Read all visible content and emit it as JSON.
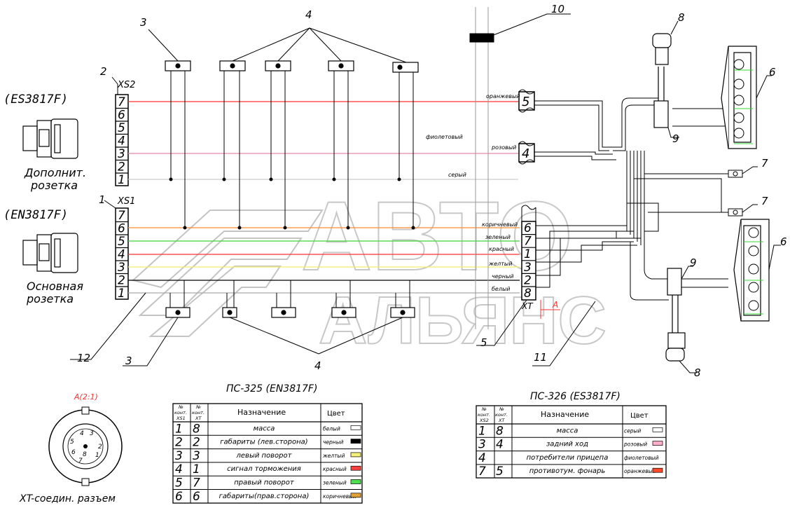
{
  "callouts": {
    "c1": "1",
    "c2": "2",
    "c3a": "3",
    "c3b": "3",
    "c4a": "4",
    "c4b": "4",
    "c5": "5",
    "c6a": "6",
    "c6b": "6",
    "c7a": "7",
    "c7b": "7",
    "c8a": "8",
    "c8b": "8",
    "c9a": "9",
    "c9b": "9",
    "c10": "10",
    "c11": "11",
    "c12": "12"
  },
  "connectors": {
    "xs2_label": "XS2",
    "xs1_label": "XS1",
    "xt_label": "XT",
    "xs2_code": "(ES3817F)",
    "xs1_code": "(EN3817F)",
    "xs2_name_1": "Дополнит.",
    "xs2_name_2": "розетка",
    "xs1_name_1": "Основная",
    "xs1_name_2": "розетка",
    "xs2_pins": [
      "7",
      "6",
      "5",
      "4",
      "3",
      "2",
      "1"
    ],
    "xs1_pins": [
      "7",
      "6",
      "5",
      "4",
      "3",
      "2",
      "1"
    ],
    "xt_upper_pins": [
      "5",
      "4"
    ],
    "xt_lower_pins": [
      "6",
      "7",
      "1",
      "3",
      "2",
      "8"
    ],
    "view_a": "A",
    "view_a_scale": "A(2:1)",
    "socket_caption": "XT-соедин. разъем"
  },
  "wire_labels": {
    "oranzh": "оранжевый",
    "fiolet": "фиолетовый",
    "rozov": "розовый",
    "seryi": "серый",
    "korich": "коричневый",
    "zelen": "зеленый",
    "krasn": "красный",
    "zhelt": "желтый",
    "chern": "черный",
    "bel": "белый"
  },
  "watermark": {
    "line1": "АВТО",
    "line2": "АЛЬЯНС"
  },
  "table_ps325": {
    "title": "ПС-325 (EN3817F)",
    "h1a": "№",
    "h1b": "конт.",
    "h1c": "XS1",
    "h2a": "№",
    "h2b": "конт.",
    "h2c": "XT",
    "h3": "Назначение",
    "h4": "Цвет",
    "rows": [
      {
        "a": "1",
        "b": "8",
        "name": "масса",
        "color": "белый",
        "swatch": "#ffffff"
      },
      {
        "a": "2",
        "b": "2",
        "name": "габариты (лев.сторона)",
        "color": "черный",
        "swatch": "#000000"
      },
      {
        "a": "3",
        "b": "3",
        "name": "левый поворот",
        "color": "желтый",
        "swatch": "#f6f07a"
      },
      {
        "a": "4",
        "b": "1",
        "name": "сигнал торможения",
        "color": "красный",
        "swatch": "#ff4040"
      },
      {
        "a": "5",
        "b": "7",
        "name": "правый поворот",
        "color": "зеленый",
        "swatch": "#4ee04e"
      },
      {
        "a": "6",
        "b": "6",
        "name": "габариты(прав.сторона)",
        "color": "коричневый",
        "swatch": "#e3a13a"
      }
    ]
  },
  "table_ps326": {
    "title": "ПС-326 (ES3817F)",
    "h1a": "№",
    "h1b": "конт.",
    "h1c": "XS2",
    "h2a": "№",
    "h2b": "конт.",
    "h2c": "XT",
    "h3": "Назначение",
    "h4": "Цвет",
    "rows": [
      {
        "a": "1",
        "b": "8",
        "name": "масса",
        "color": "серый",
        "swatch": "#ffffff"
      },
      {
        "a": "3",
        "b": "4",
        "name": "задний ход",
        "color": "розовый",
        "swatch": "#ffb0c8"
      },
      {
        "a": "4",
        "b": "",
        "name": "потребители прицепа",
        "color": "фиолетовый",
        "swatch": ""
      },
      {
        "a": "7",
        "b": "5",
        "name": "противотум. фонарь",
        "color": "оранжевый",
        "swatch": "#ff4a2a"
      }
    ]
  },
  "colors": {
    "red": "#ff3030",
    "orange": "#ff8a2a",
    "green": "#38d838",
    "yellow": "#f3ee6a",
    "pink": "#e04a8a",
    "grey": "#bbbbbb",
    "brown": "#f0a838",
    "watermark": "#c8c8c8"
  }
}
